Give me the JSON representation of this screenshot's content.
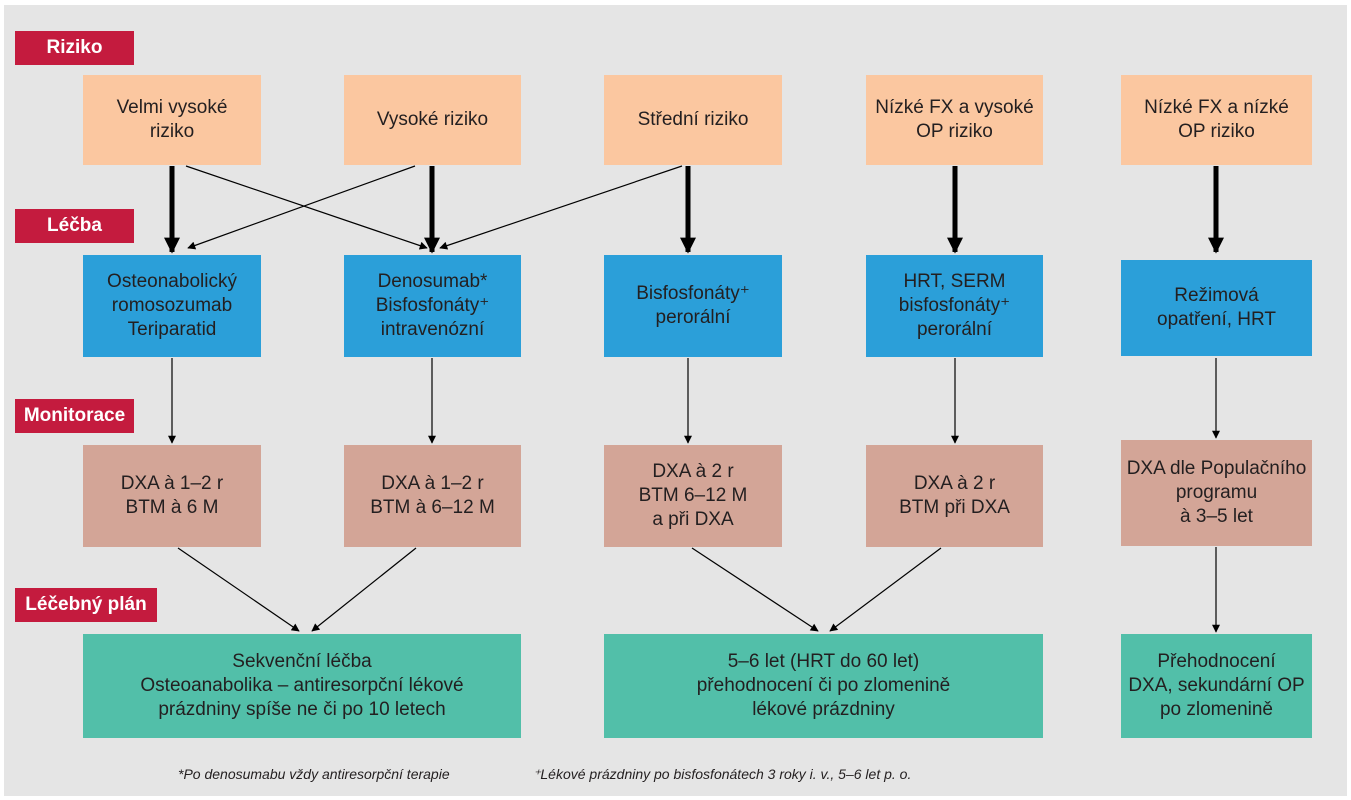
{
  "section_labels": {
    "risk": "Riziko",
    "treatment": "Léčba",
    "monitoring": "Monitorace",
    "plan": "Léčebný plán"
  },
  "risk_boxes": [
    "Velmi vysoké\nriziko",
    "Vysoké riziko",
    "Střední riziko",
    "Nízké FX a vysoké\nOP riziko",
    "Nízké FX a nízké\nOP riziko"
  ],
  "treatment_boxes": [
    "Osteonabolický\nromosozumab\nTeriparatid",
    "Denosumab*\nBisfosfonáty⁺\nintravenózní",
    "Bisfosfonáty⁺\nperorální",
    "HRT, SERM\nbisfosfonáty⁺\nperorální",
    "Režimová\nopatření, HRT"
  ],
  "monitoring_boxes": [
    "DXA à 1–2 r\nBTM à 6 M",
    "DXA à 1–2 r\nBTM à 6–12 M",
    "DXA à 2 r\nBTM 6–12 M\na při DXA",
    "DXA à 2 r\nBTM při DXA",
    "DXA dle Populačního\nprogramu\nà 3–5 let"
  ],
  "plan_boxes": [
    "Sekvenční léčba\nOsteoanabolika – antiresorpční lékové\nprázdniny spíše ne či po 10 letech",
    "5–6 let (HRT do 60 let)\npřehodnocení či po zlomenině\nlékové prázdniny",
    "Přehodnocení\nDXA, sekundární OP\npo zlomenině"
  ],
  "footnotes": [
    "*Po denosumabu vždy antiresorpční terapie",
    "⁺Lékové prázdniny po bisfosfonátech 3 roky i. v., 5–6 let p. o."
  ],
  "colors": {
    "background": "#e5e5e5",
    "label": "#c41b3e",
    "risk": "#fbc7a0",
    "treatment": "#2b9fd9",
    "monitoring": "#d3a597",
    "plan": "#52bfa9"
  }
}
